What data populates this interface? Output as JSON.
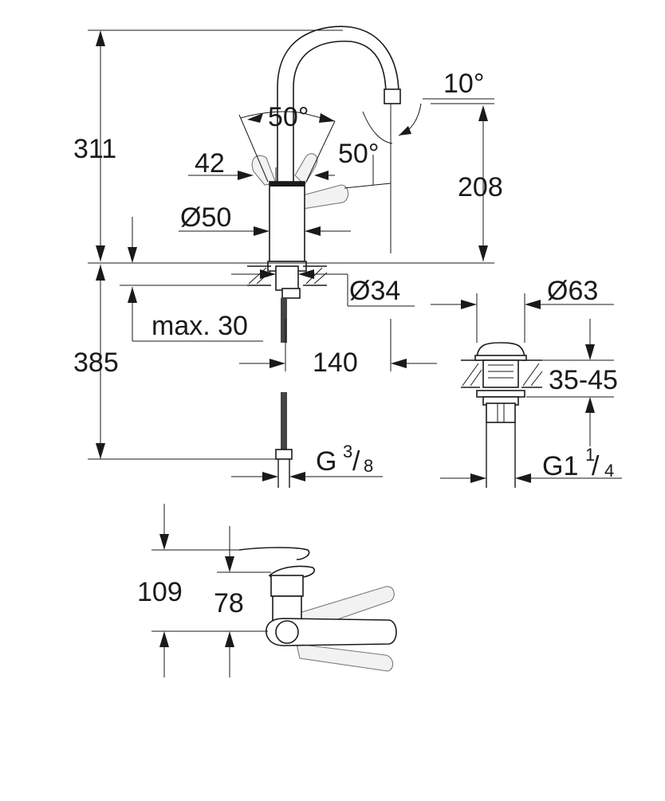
{
  "dimensions": {
    "total_height": "311",
    "spout_height": "208",
    "spout_angle": "10°",
    "lever_angle_left": "50°",
    "lever_angle_right": "50°",
    "lever_height": "42",
    "body_diameter": "Ø50",
    "mount_diameter": "Ø34",
    "max_thickness": "max. 30",
    "below_deck": "385",
    "spout_reach": "140",
    "connection_main": "G",
    "connection_frac_num": "3",
    "connection_frac_den": "8",
    "waste_diameter": "Ø63",
    "waste_range": "35-45",
    "waste_thread_main": "G1",
    "waste_frac_num": "1",
    "waste_frac_den": "4",
    "top_view_height_1": "109",
    "top_view_height_2": "78"
  }
}
